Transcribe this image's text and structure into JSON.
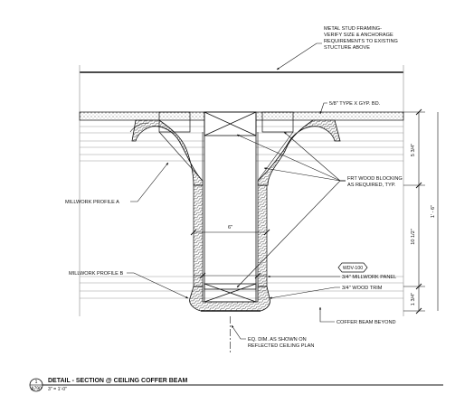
{
  "notes": {
    "framing_line1": "METAL STUD FRAMING-",
    "framing_line2": "VERIFY SIZE & ANCHORAGE",
    "framing_line3": "REQUIREMENTS TO EXISTING",
    "framing_line4": "STUCTURE ABOVE",
    "gyp_bd": "5/8\" TYPE X GYP. BD.",
    "frt_line1": "FRT WOOD BLOCKING",
    "frt_line2": "AS REQUIRED, TYP.",
    "millwork_a": "MILLWORK PROFILE A",
    "millwork_b": "MILLWORK PROFILE B",
    "tag": "WDV-100",
    "panel": "3/4\" MILLWORK PANEL",
    "trim": "3/4\" WOOD TRIM",
    "coffer_beyond": "COFFER BEAM BEYOND",
    "eq_line1": "EQ. DIM. AS SHOWN ON",
    "eq_line2": "REFLECTED CEILING PLAN"
  },
  "dimensions": {
    "width": "6\"",
    "d1": "5 3/4\"",
    "d2": "10 1/2\"",
    "d3": "1 3/4\"",
    "overall": "1' - 6\""
  },
  "title": {
    "number": "1",
    "sheet": "A790",
    "main": "DETAIL - SECTION @ CEILING COFFER BEAM",
    "scale": "3\" = 1'-0\""
  }
}
